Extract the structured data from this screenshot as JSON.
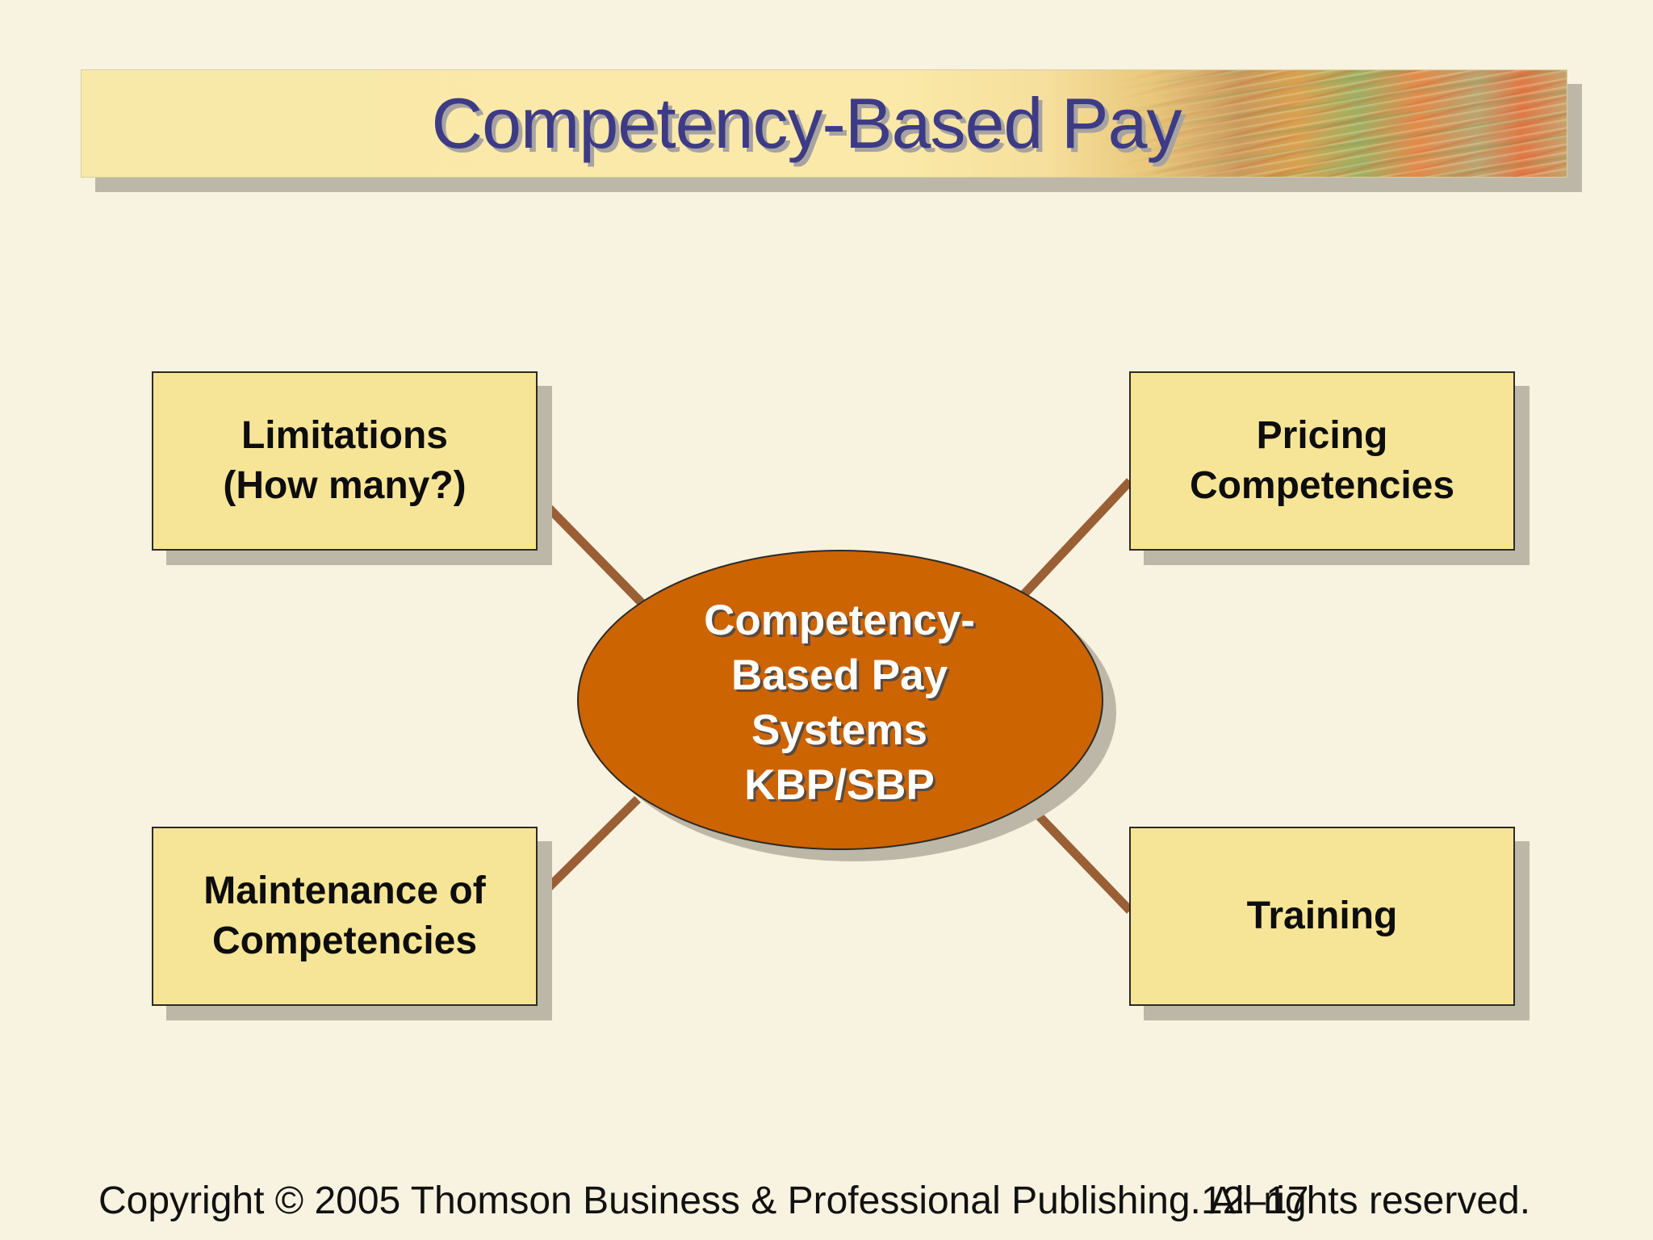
{
  "slide": {
    "title": "Competency-Based Pay",
    "center": "Competency-\nBased Pay\nSystems\nKBP/SBP",
    "boxes": {
      "top_left": "Limitations\n(How many?)",
      "top_right": "Pricing\nCompetencies",
      "bottom_left": "Maintenance of\nCompetencies",
      "bottom_right": "Training"
    },
    "footer": "Copyright © 2005 Thomson Business & Professional Publishing. All rights reserved.",
    "page_number": "12–17"
  },
  "colors": {
    "background": "#f8f2e0",
    "title_text": "#3d3b85",
    "box_fill": "#f6e596",
    "ellipse_fill": "#cc6402",
    "connector": "#9a5f35"
  }
}
